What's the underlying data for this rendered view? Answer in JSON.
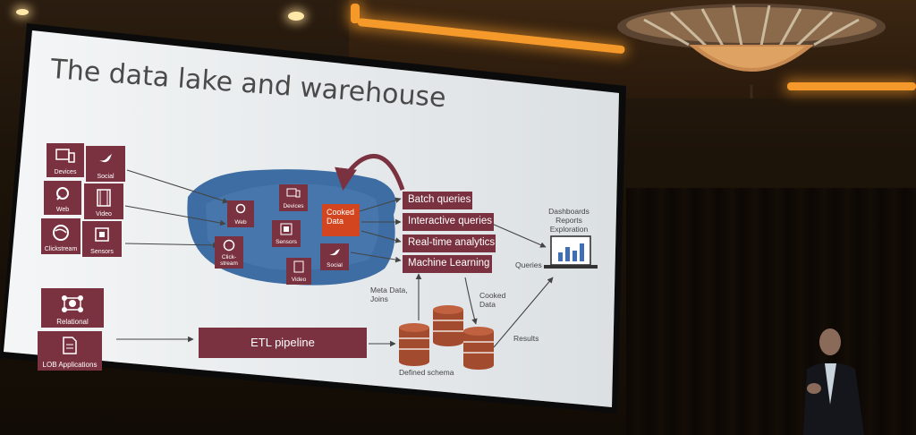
{
  "slide": {
    "title": "The data lake and warehouse",
    "sources": [
      {
        "label": "Devices",
        "icon": "devices-icon"
      },
      {
        "label": "Social",
        "icon": "bird-icon"
      },
      {
        "label": "Web",
        "icon": "magnifier-icon"
      },
      {
        "label": "Video",
        "icon": "film-icon"
      },
      {
        "label": "Clickstream",
        "icon": "globe-icon"
      },
      {
        "label": "Sensors",
        "icon": "sensor-icon"
      }
    ],
    "lake_items": [
      {
        "label": "Devices"
      },
      {
        "label": "Web"
      },
      {
        "label": "Sensors"
      },
      {
        "label": "Click-stream"
      },
      {
        "label": "Social"
      },
      {
        "label": "Video"
      }
    ],
    "cooked_data": "Cooked Data",
    "workloads": [
      "Batch queries",
      "Interactive queries",
      "Real-time analytics",
      "Machine Learning"
    ],
    "consumers": {
      "line1": "Dashboards",
      "line2": "Reports",
      "line3": "Exploration"
    },
    "queries_label": "Queries",
    "meta_data": {
      "line1": "Meta Data,",
      "line2": "Joins"
    },
    "cooked_data_note": {
      "line1": "Cooked",
      "line2": "Data"
    },
    "results_label": "Results",
    "relational_label": "Relational",
    "lob_label": "LOB Applications",
    "etl_label": "ETL pipeline",
    "schema_label": "Defined schema"
  },
  "colors": {
    "tile": "#7a3240",
    "cooked": "#d2451e",
    "lake": "#3e6da3",
    "screen": "#eef1f2",
    "warm_light": "#f59a2a"
  }
}
